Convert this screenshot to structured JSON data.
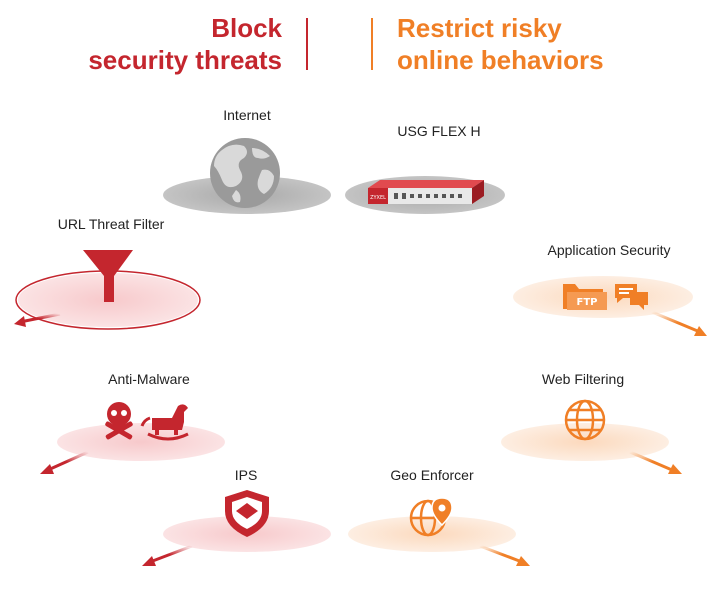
{
  "header": {
    "left_line1": "Block",
    "left_line2": "security threats",
    "right_line1": "Restrict risky",
    "right_line2": "online behaviors"
  },
  "nodes": {
    "internet": "Internet",
    "device": "USG FLEX H",
    "device_brand": "ZYXEL",
    "url_threat_filter": "URL Threat Filter",
    "application_security": "Application Security",
    "app_ftp": "FTP",
    "anti_malware": "Anti-Malware",
    "web_filtering": "Web Filtering",
    "ips": "IPS",
    "geo_enforcer": "Geo Enforcer"
  },
  "colors": {
    "red": "#c4262e",
    "orange": "#f07f26",
    "grey_platform": "#b8b8b8"
  },
  "icons": {
    "internet": "globe-icon",
    "device": "firewall-appliance-icon",
    "url_threat_filter": "funnel-icon",
    "application_security": "folder-ftp-chat-icon",
    "anti_malware": "skull-and-trojan-horse-icon",
    "web_filtering": "web-globe-icon",
    "ips": "shield-icon",
    "geo_enforcer": "globe-location-pin-icon"
  }
}
